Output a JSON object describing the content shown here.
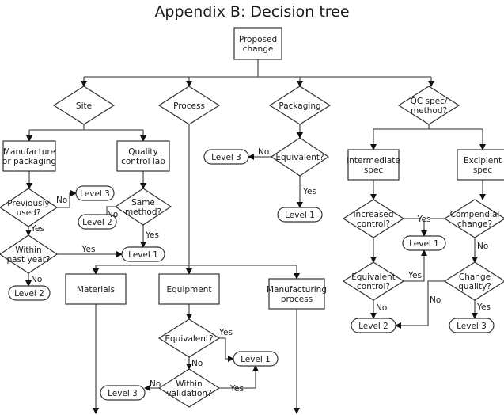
{
  "title": "Appendix B: Decision tree",
  "nodes": {
    "proposed_change": "Proposed\nchange",
    "site": "Site",
    "process": "Process",
    "packaging": "Packaging",
    "qc_spec": "QC spec/\nmethod?",
    "manufacture_packaging": "Manufacture\nor packaging",
    "quality_control_lab": "Quality\ncontrol lab",
    "previously_used": "Previously\nused?",
    "site_level3": "Level 3",
    "same_method": "Same\nmethod?",
    "site_level2a": "Level 2",
    "within_past_year": "Within\npast year?",
    "site_level1": "Level 1",
    "site_level2b": "Level 2",
    "pkg_equivalent": "Equivalent?",
    "pkg_level3": "Level 3",
    "pkg_level1": "Level 1",
    "intermediate_spec": "Intermediate\nspec",
    "excipient_spec": "Excipient\nspec",
    "increased_control": "Increased\ncontrol?",
    "compendial_change": "Compendial\nchange?",
    "qc_level1": "Level 1",
    "equivalent_control": "Equivalent\ncontrol?",
    "change_quality": "Change\nquality?",
    "qc_level2": "Level 2",
    "qc_level3": "Level 3",
    "materials": "Materials",
    "equipment": "Equipment",
    "manufacturing_process": "Manufacturing\nprocess",
    "eq_equivalent": "Equivalent?",
    "eq_level1": "Level 1",
    "within_validation": "Within\nvalidation?",
    "eq_level3": "Level 3"
  },
  "edge_labels": {
    "prev_used_no": "No",
    "prev_used_yes": "Yes",
    "same_method_no": "No",
    "same_method_yes": "Yes",
    "past_year_yes": "Yes",
    "past_year_no": "No",
    "pkg_eq_no": "No",
    "pkg_eq_yes": "Yes",
    "incr_yes": "Yes",
    "compendial_no": "No",
    "eq_control_yes": "Yes",
    "eq_control_no": "No",
    "change_quality_no": "No",
    "change_quality_yes": "Yes",
    "eq_equiv_yes": "Yes",
    "eq_equiv_no": "No",
    "validation_no": "No",
    "validation_yes": "Yes"
  }
}
